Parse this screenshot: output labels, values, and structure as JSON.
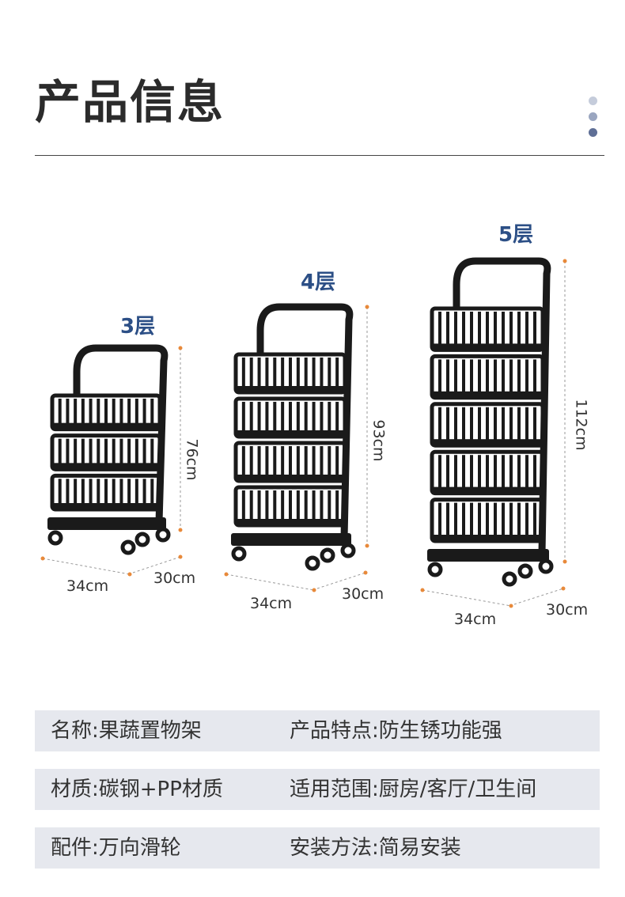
{
  "header": {
    "title": "产品信息",
    "dot_colors": [
      "#c5ccdb",
      "#9aa6c0",
      "#5f6f96"
    ]
  },
  "products": [
    {
      "label": "3层",
      "height": "76cm",
      "width": "34cm",
      "depth": "30cm",
      "levels": 3
    },
    {
      "label": "4层",
      "height": "93cm",
      "width": "34cm",
      "depth": "30cm",
      "levels": 4
    },
    {
      "label": "5层",
      "height": "112cm",
      "width": "34cm",
      "depth": "30cm",
      "levels": 5
    }
  ],
  "specs": [
    [
      "名称:果蔬置物架",
      "产品特点:防生锈功能强"
    ],
    [
      "材质:碳钢+PP材质",
      "适用范围:厨房/客厅/卫生间"
    ],
    [
      "配件:万向滑轮",
      "安装方法:简易安装"
    ]
  ],
  "colors": {
    "accent": "#2c4f86",
    "spec_bg": "#e6e8ee",
    "rack": "#1a1a1a",
    "dim_marker": "#e8893a"
  }
}
